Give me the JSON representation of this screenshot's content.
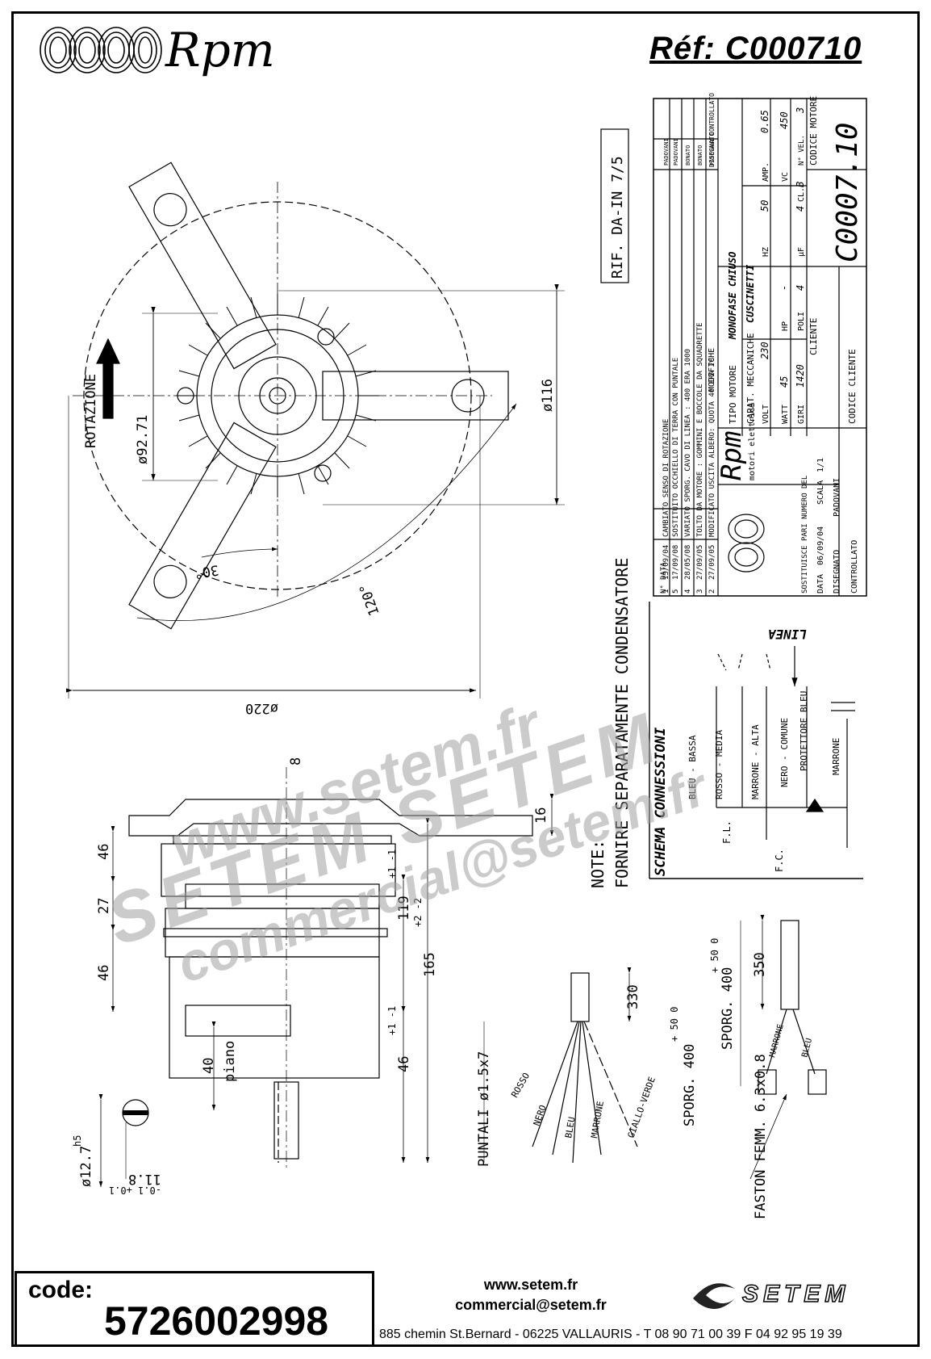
{
  "header": {
    "brand": "Rpm",
    "reference": "Réf:  C000710"
  },
  "drawing": {
    "rif": "RIF. DA-IN 7/5",
    "rotation_label": "ROTAZIONE",
    "dim_diameter_9271": "ø92.71",
    "dim_diameter_116": "ø116",
    "dim_diameter_220": "ø220",
    "angle_30": "30°",
    "angle_120": "120°",
    "dim_8": "8",
    "dim_16": "16",
    "dim_46_top": "46",
    "dim_27": "27",
    "dim_46_bottom": "46",
    "dim_119": "119",
    "tol_119": "+1 -1",
    "dim_165": "165",
    "tol_165": "+2 -2",
    "dim_46_shaft": "46",
    "tol_46_shaft": "+1 -1",
    "dim_40": "40",
    "piano": "piano",
    "h5": "h5",
    "dim_shaft_dia": "ø12.7",
    "dim_flat": "11.8",
    "tol_flat": "-0.1 +0.1",
    "cable_330": "330",
    "sporg_left": "SPORG. 400",
    "sporg_left_tol": "+ 50 0",
    "sporg_right": "SPORG. 400",
    "sporg_right_tol": "+ 50 0",
    "cable_350": "350",
    "puntali": "PUNTALI ø1.5x7",
    "faston": "FASTON FEMM. 6.3x0.8",
    "wires_left": [
      "ROSSO",
      "NERO",
      "BLEU",
      "MARRONE",
      "GIALLO-VERDE"
    ],
    "wires_right": [
      "MARRONE",
      "BLEU"
    ],
    "note_title": "NOTE:",
    "note_text": "FORNIRE SEPARATAMENTE CONDENSATORE"
  },
  "schema": {
    "title": "SCHEMA CONNESSIONI",
    "linea": "LINEA",
    "wires": [
      "BLEU - BASSA",
      "ROSSO - MEDIA",
      "MARRONE - ALTA",
      "NERO - COMUNE",
      "PROTETTORE BLEU",
      "MARRONE"
    ],
    "fl": "F.L.",
    "fc": "F.C."
  },
  "title_block": {
    "revisions": [
      {
        "n": "5",
        "date": "17/09/08",
        "text": "SOSTITUITO OCCHIELLO DI TERRA CON PUNTALE",
        "drawn": "PADOVANI"
      },
      {
        "n": "4",
        "date": "28/05/08",
        "text": "VARIATO SPORG. CAVO DI LINEA : 400 ERA 1000",
        "drawn": "BONATO"
      },
      {
        "n": "3",
        "date": "27/09/05",
        "text": "TOLTO DA MOTORE : GOMMINI E BOCCOLE DA SQUADRETTE",
        "drawn": "BONATO"
      },
      {
        "n": "2",
        "date": "27/09/05",
        "text": "MODIFICATO USCITA ALBERO: QUOTA 46 ERA 78",
        "drawn": "PADOVANI"
      },
      {
        "n": "1",
        "date": "13/09/04",
        "text": "CAMBIATO SENSO DI ROTAZIONE",
        "drawn": "PADOVANI"
      }
    ],
    "rev_header": [
      "N°",
      "DATA",
      "MODIFICHE",
      "DISEGNATO",
      "CONTROLLATO"
    ],
    "company_sub": "motori elettrici",
    "tipo_motore_label": "TIPO MOTORE",
    "tipo_motore": "MONOFASE CHIUSO",
    "carat_label": "CARAT. MECCANICHE",
    "carat": "CUSCINETTI",
    "volt": "230",
    "hz": "50",
    "amp": "0.65",
    "watt": "45",
    "hp": "-",
    "vc": "450",
    "giri": "1420",
    "poli": "4",
    "uf": "4",
    "cl": "B",
    "vel": "3",
    "labels": [
      "VOLT",
      "HZ",
      "AMP.",
      "WATT",
      "HP",
      "VC",
      "GIRI",
      "POLI",
      "µF",
      "CL.",
      "N° VEL."
    ],
    "sostituisce": "SOSTITUISCE PARI NUMERO DEL",
    "data_label": "DATA",
    "data": "06/09/04",
    "scala_label": "SCALA",
    "scala": "1/1",
    "disegnato_label": "DISEGNATO",
    "disegnato": "PADOVANI",
    "controllato_label": "CONTROLLATO",
    "cliente_label": "CLIENTE",
    "codice_cliente_label": "CODICE CLIENTE",
    "codice_motore_label": "CODICE MOTORE",
    "codice_motore": "C0007.10"
  },
  "watermark": {
    "line1": "www.setem.fr",
    "line2": "SETEM SETEM",
    "line3": "commercial@setem.fr"
  },
  "footer": {
    "code_label": "code:",
    "code_value": "5726002998",
    "web": "www.setem.fr",
    "email": "commercial@setem.fr",
    "address": "885 chemin St.Bernard  -  06225 VALLAURIS  -  T 08 90 71 00 39  F 04 92 95 19 39",
    "brand": "SETEM"
  }
}
